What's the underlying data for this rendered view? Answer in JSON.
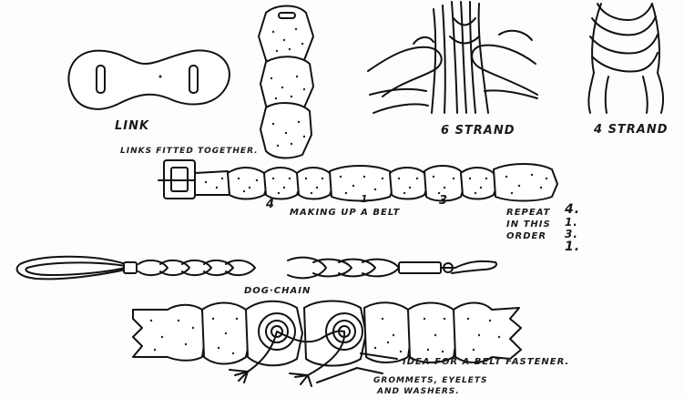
{
  "labels": {
    "link": "LINK",
    "links_fitted": "LINKS FITTED TOGETHER.",
    "six_strand": "6 STRAND",
    "four_strand": "4 STRAND",
    "making_belt": "MAKING UP A BELT",
    "num_4": "4",
    "num_1": "1",
    "num_3": "3",
    "repeat_line1": "REPEAT",
    "repeat_line2": "IN THIS",
    "repeat_line3": "ORDER",
    "order_1": "4.",
    "order_2": "1.",
    "order_3": "3.",
    "order_4": "1.",
    "dog_chain": "DOG·CHAIN",
    "fastener_idea": "IDEA FOR A BELT FASTENER.",
    "grommets_line1": "GROMMETS, EYELETS",
    "grommets_line2": "AND WASHERS."
  }
}
